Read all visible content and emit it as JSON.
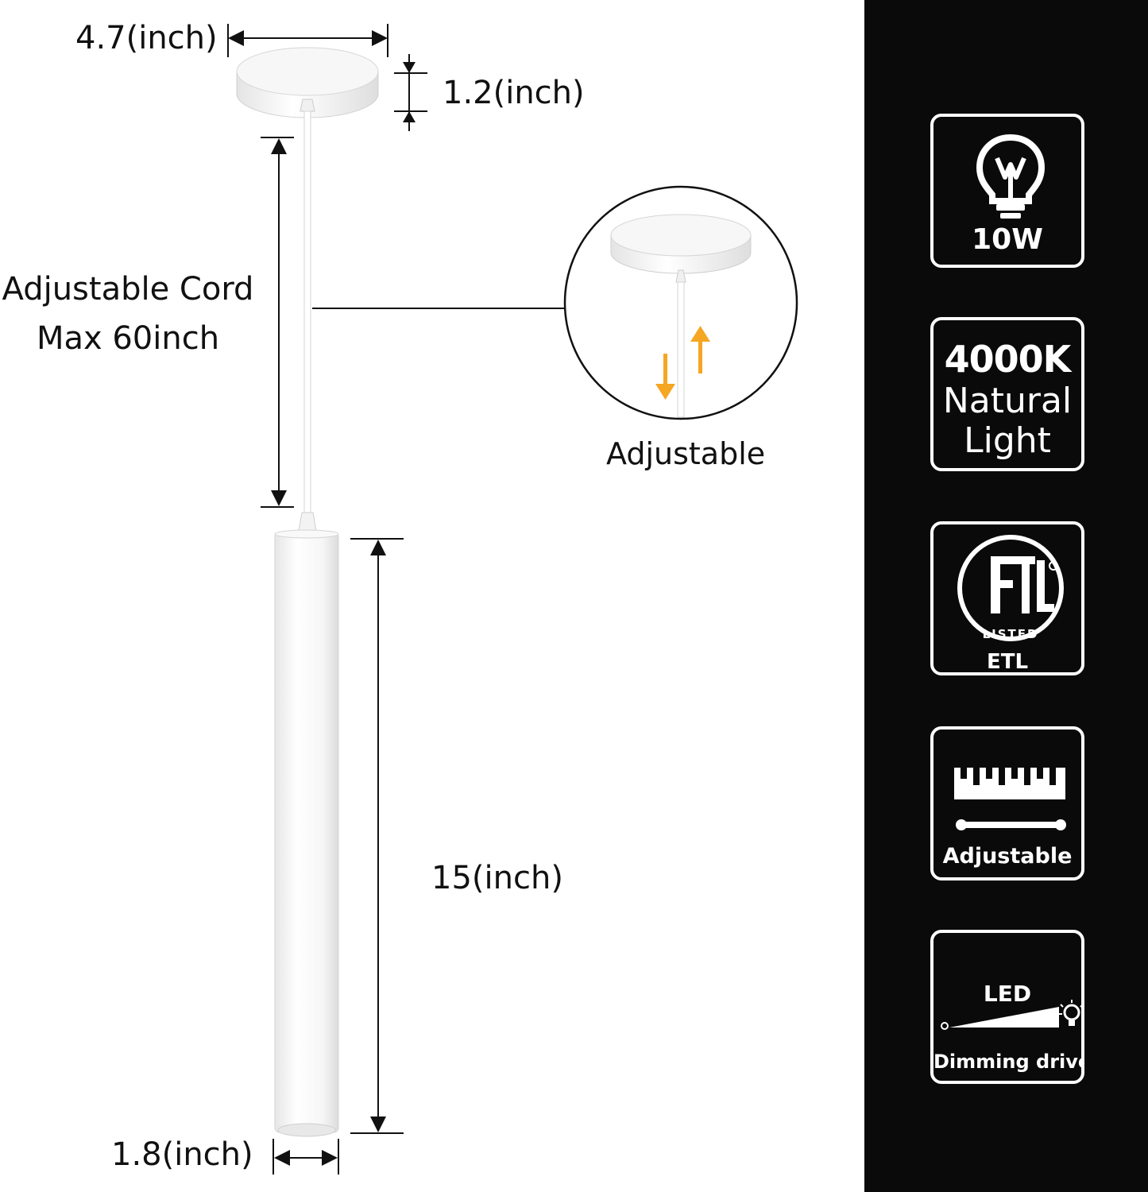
{
  "dimensions": {
    "canopy_diameter": "4.7(inch)",
    "canopy_height": "1.2(inch)",
    "cord_line1": "Adjustable Cord",
    "cord_line2": "Max 60inch",
    "tube_length": "15(inch)",
    "tube_diameter": "1.8(inch)"
  },
  "detail": {
    "caption": "Adjustable"
  },
  "features": [
    {
      "label": "10W",
      "icon": "bulb-icon"
    },
    {
      "line1": "4000K",
      "line2": "Natural",
      "line3": "Light"
    },
    {
      "logo_text": "ETL",
      "logo_subtext": "LISTED",
      "label": "ETL",
      "icon": "etl-logo-icon"
    },
    {
      "label": "Adjustable",
      "icon": "ruler-icon"
    },
    {
      "label": "LED",
      "sublabel": "Dimming drive",
      "icon": "dimmer-icon"
    }
  ],
  "colors": {
    "panel": "#0a0a0a",
    "arrow_accent": "#f5a623",
    "product": "#ffffff"
  }
}
